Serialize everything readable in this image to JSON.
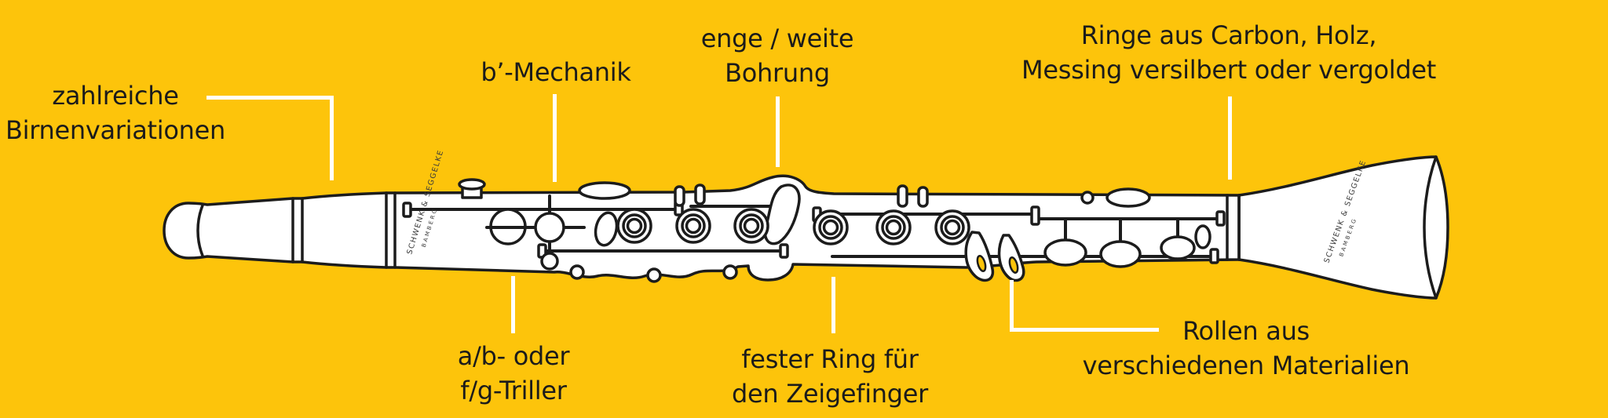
{
  "canvas": {
    "background_color": "#FDC40B",
    "leader_line_color": "#FFFFFF",
    "label_text_color": "#1B1B1B",
    "illustration_outline_color": "#1C1C1C",
    "illustration_fill_color": "#FFFFFF"
  },
  "labels": {
    "birnen": {
      "line1": "zahlreiche",
      "line2": "Birnenvariationen"
    },
    "mechanik": {
      "line1": "b’-Mechanik"
    },
    "bohrung": {
      "line1": "enge / weite",
      "line2": "Bohrung"
    },
    "ringe": {
      "line1": "Ringe aus Carbon, Holz,",
      "line2": "Messing versilbert oder vergoldet"
    },
    "triller": {
      "line1": "a/b- oder",
      "line2": "f/g-Triller"
    },
    "zeigefinger": {
      "line1": "fester Ring für",
      "line2": "den Zeigefinger"
    },
    "rollen": {
      "line1": "Rollen aus",
      "line2": "verschiedenen Materialien"
    }
  },
  "instrument": {
    "illustration": "clarinet-line-drawing",
    "brand_line1": "SCHWENK & SEGGELKE",
    "brand_line2": "BAMBERG"
  }
}
